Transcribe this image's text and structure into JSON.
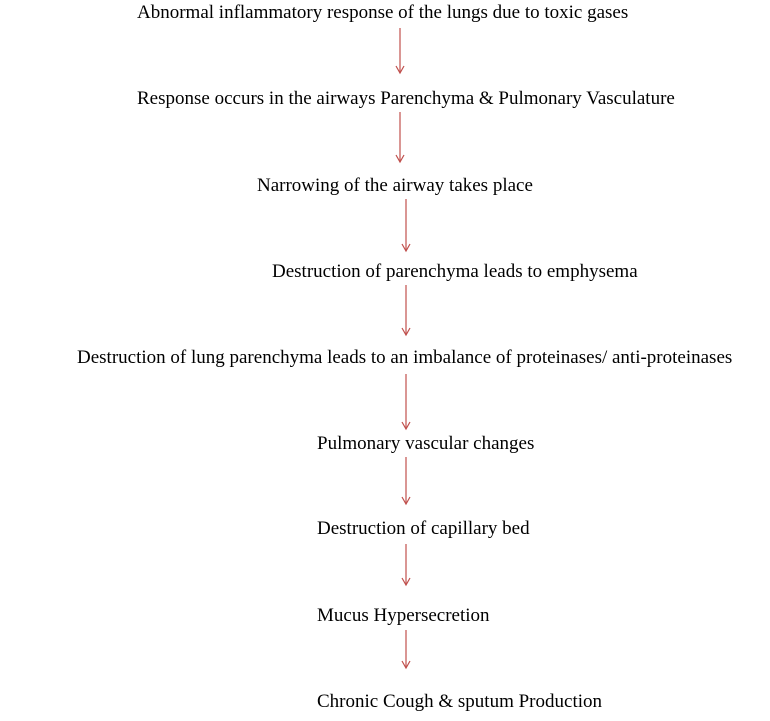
{
  "flowchart": {
    "steps": [
      "Abnormal inflammatory response of the lungs due to toxic gases",
      "Response occurs in the airways Parenchyma & Pulmonary Vasculature",
      "Narrowing of the airway takes place",
      "Destruction of parenchyma leads to emphysema",
      "Destruction of lung parenchyma leads to an imbalance of proteinases/ anti-proteinases",
      "Pulmonary vascular changes",
      "Destruction of capillary bed",
      "Mucus Hypersecretion",
      "Chronic Cough & sputum Production"
    ],
    "arrow_color": "#c0504d"
  }
}
